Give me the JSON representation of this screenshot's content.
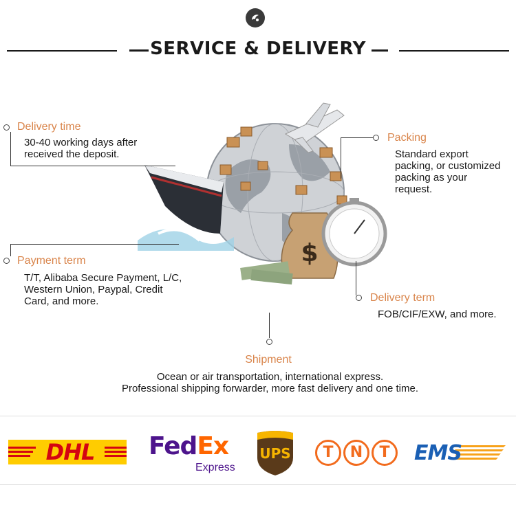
{
  "section": {
    "title": "SERVICE & DELIVERY"
  },
  "delivery_time": {
    "heading": "Delivery time",
    "lines": [
      "30-40 working days after",
      "received the deposit."
    ]
  },
  "packing": {
    "heading": "Packing",
    "lines": [
      "Standard export",
      "packing, or customized",
      "packing as your",
      "request."
    ]
  },
  "payment_term": {
    "heading": "Payment term",
    "lines": [
      "T/T, Alibaba Secure Payment, L/C,",
      "Western Union, Paypal, Credit",
      "Card, and more."
    ]
  },
  "delivery_term": {
    "heading": "Delivery term",
    "lines": [
      "FOB/CIF/EXW, and more."
    ]
  },
  "shipment": {
    "heading": "Shipment",
    "lines": [
      "Ocean or air transportation, international express.",
      "Professional shipping forwarder, more fast delivery and one time."
    ]
  },
  "carriers": {
    "dhl": "DHL",
    "fedex_fed": "Fed",
    "fedex_ex": "Ex",
    "fedex_express": "Express",
    "ups": "UPS",
    "tnt": [
      "T",
      "N",
      "T"
    ],
    "ems": "EMS"
  },
  "icons": [
    "logo-badge-icon",
    "globe-icon",
    "ship-icon",
    "airplane-icon",
    "money-bag-icon",
    "stopwatch-icon"
  ],
  "colors": {
    "accent": "#d9844a",
    "dhl_yellow": "#ffcc00",
    "dhl_red": "#d40511",
    "fedex_purple": "#4d148c",
    "fedex_orange": "#ff6600",
    "ups_brown": "#5a3a1a",
    "ups_gold": "#f7b500",
    "tnt_orange": "#f26b1d",
    "ems_blue": "#1a5fb4"
  }
}
